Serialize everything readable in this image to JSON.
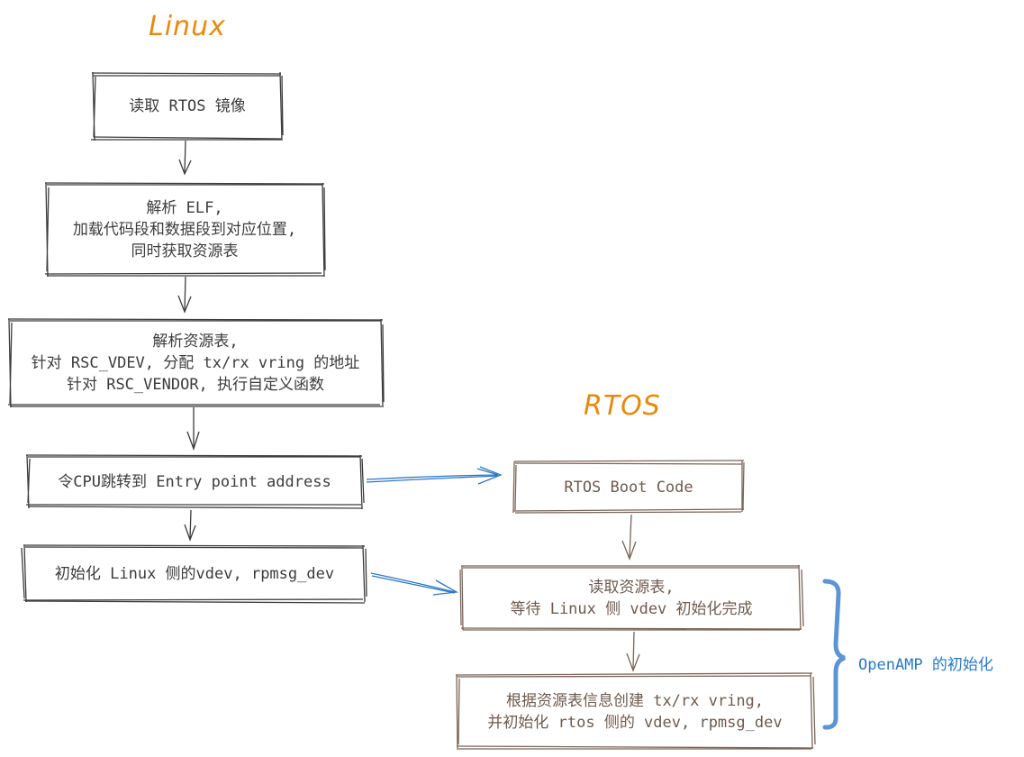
{
  "titles": {
    "linux": "Linux",
    "rtos": "RTOS"
  },
  "linux_steps": [
    {
      "lines": [
        "读取 RTOS 镜像"
      ]
    },
    {
      "lines": [
        "解析 ELF,",
        "加载代码段和数据段到对应位置,",
        "同时获取资源表"
      ]
    },
    {
      "lines": [
        "解析资源表,",
        "针对 RSC_VDEV, 分配 tx/rx vring 的地址",
        "针对 RSC_VENDOR, 执行自定义函数"
      ]
    },
    {
      "lines": [
        "令CPU跳转到 Entry point address"
      ]
    },
    {
      "lines": [
        "初始化 Linux 侧的vdev, rpmsg_dev"
      ]
    }
  ],
  "rtos_steps": [
    {
      "lines": [
        "RTOS Boot Code"
      ]
    },
    {
      "lines": [
        "读取资源表,",
        "等待 Linux 侧 vdev 初始化完成"
      ]
    },
    {
      "lines": [
        "根据资源表信息创建 tx/rx vring,",
        "并初始化 rtos 侧的 vdev, rpmsg_dev"
      ]
    }
  ],
  "brace_label": "OpenAMP 的初始化",
  "colors": {
    "linux_stroke": "#3c3c3c",
    "rtos_stroke": "#7a6458",
    "title": "#e8890c",
    "cross_arrow": "#2c78c2",
    "brace": "#5b95d5"
  }
}
